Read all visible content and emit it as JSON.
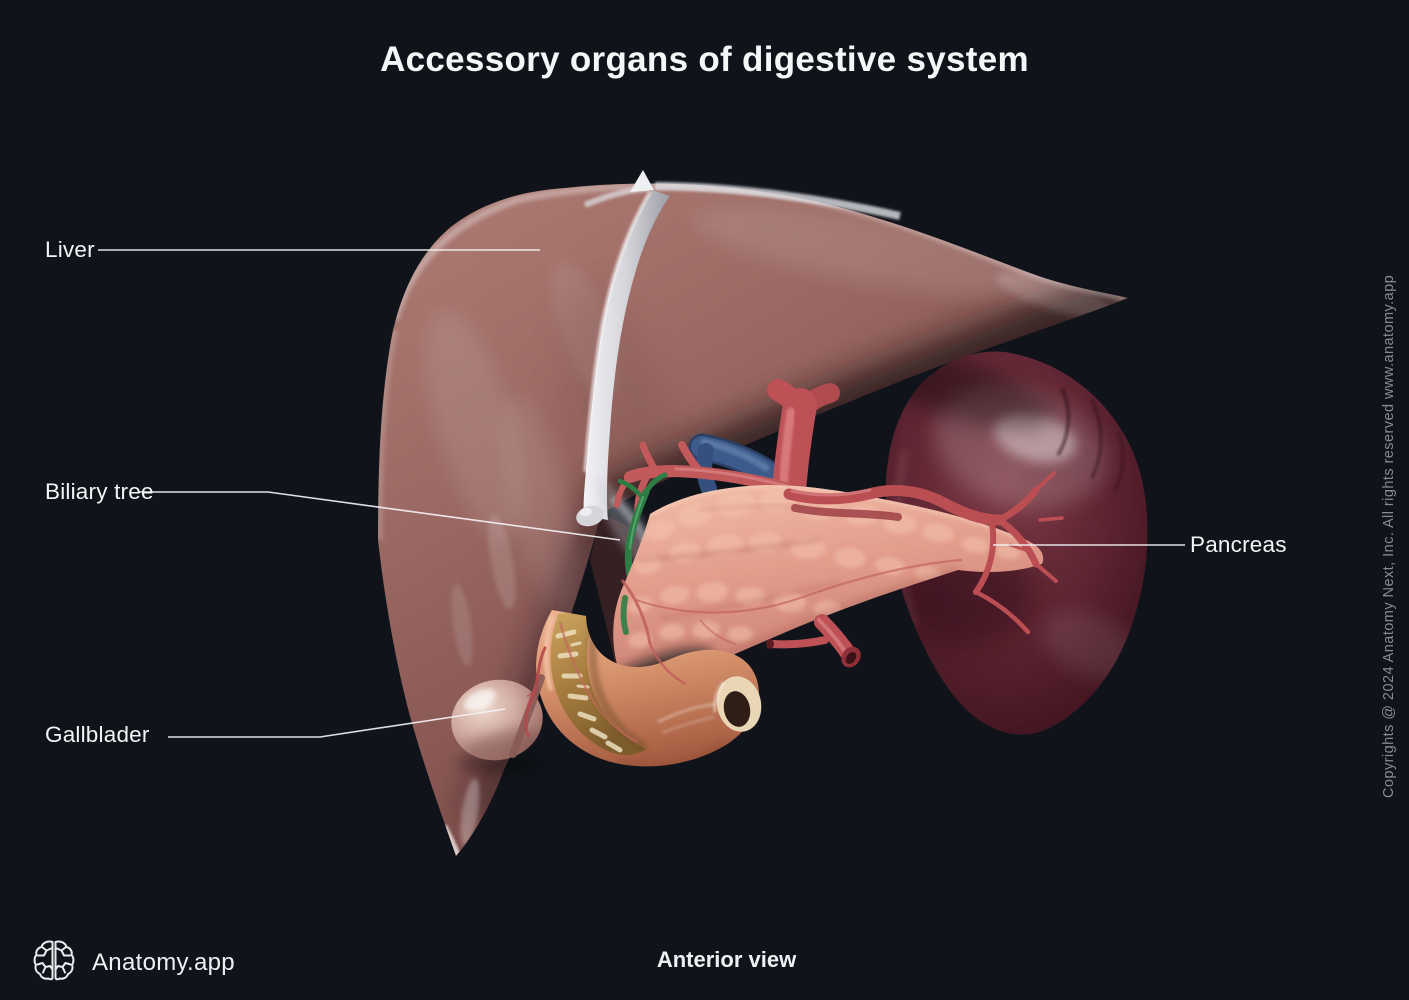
{
  "title": "Accessory organs of digestive system",
  "labels": {
    "liver": "Liver",
    "biliary_tree": "Biliary tree",
    "gallbladder": "Gallblader",
    "pancreas": "Pancreas"
  },
  "footer": {
    "brand_name": "Anatomy.app",
    "view_label": "Anterior view"
  },
  "watermark": "Copyrights @ 2024 Anatomy Next, Inc. All rights reserved www.anatomy.app",
  "icons": {
    "brand_logo": "brain-logo-icon"
  },
  "palette": {
    "background": "#10141a",
    "title_text": "#f5f6f8",
    "label_text": "#f2f4f6",
    "watermark_text": "#878b93",
    "leader_line": "#f2f2f4",
    "liver": "#96625e",
    "spleen": "#5f2532",
    "pancreas": "#e29c8b",
    "duodenum": "#d8946e",
    "duodenum_mucosa": "#a87e3f",
    "gallbladder": "#d3aea4",
    "artery": "#bd5156",
    "portal_vein": "#3c5a8a",
    "bile_duct": "#2e7d45",
    "ligament": "#d4d4da"
  }
}
